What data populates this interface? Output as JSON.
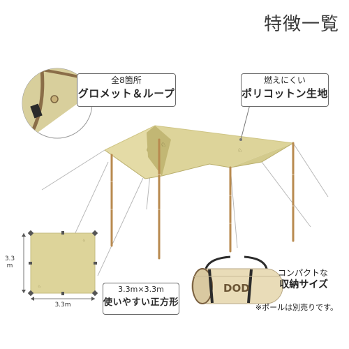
{
  "page": {
    "title": "特徴一覧"
  },
  "callouts": {
    "grommet": {
      "line1": "全8箇所",
      "line2": "グロメット＆ループ"
    },
    "fabric": {
      "line1": "燃えにくい",
      "line2": "ポリコットン生地"
    },
    "size": {
      "line1": "3.3m×3.3m",
      "line2": "使いやすい正方形"
    },
    "bag": {
      "line1": "コンパクトな",
      "line2": "収納サイズ"
    }
  },
  "note": "※ポールは別売りです。",
  "dimensions": {
    "height": "3.3\nm",
    "width": "3.3m"
  },
  "bag_logo": "DOD",
  "colors": {
    "tarp": "#ddd49a",
    "tarp_shadow": "#c7bd7e",
    "tarp_dark": "#a99f5c",
    "pole": "#b88a4f",
    "bag": "#e9dcb8",
    "trim": "#7a6040",
    "strap": "#2b2b2b"
  }
}
